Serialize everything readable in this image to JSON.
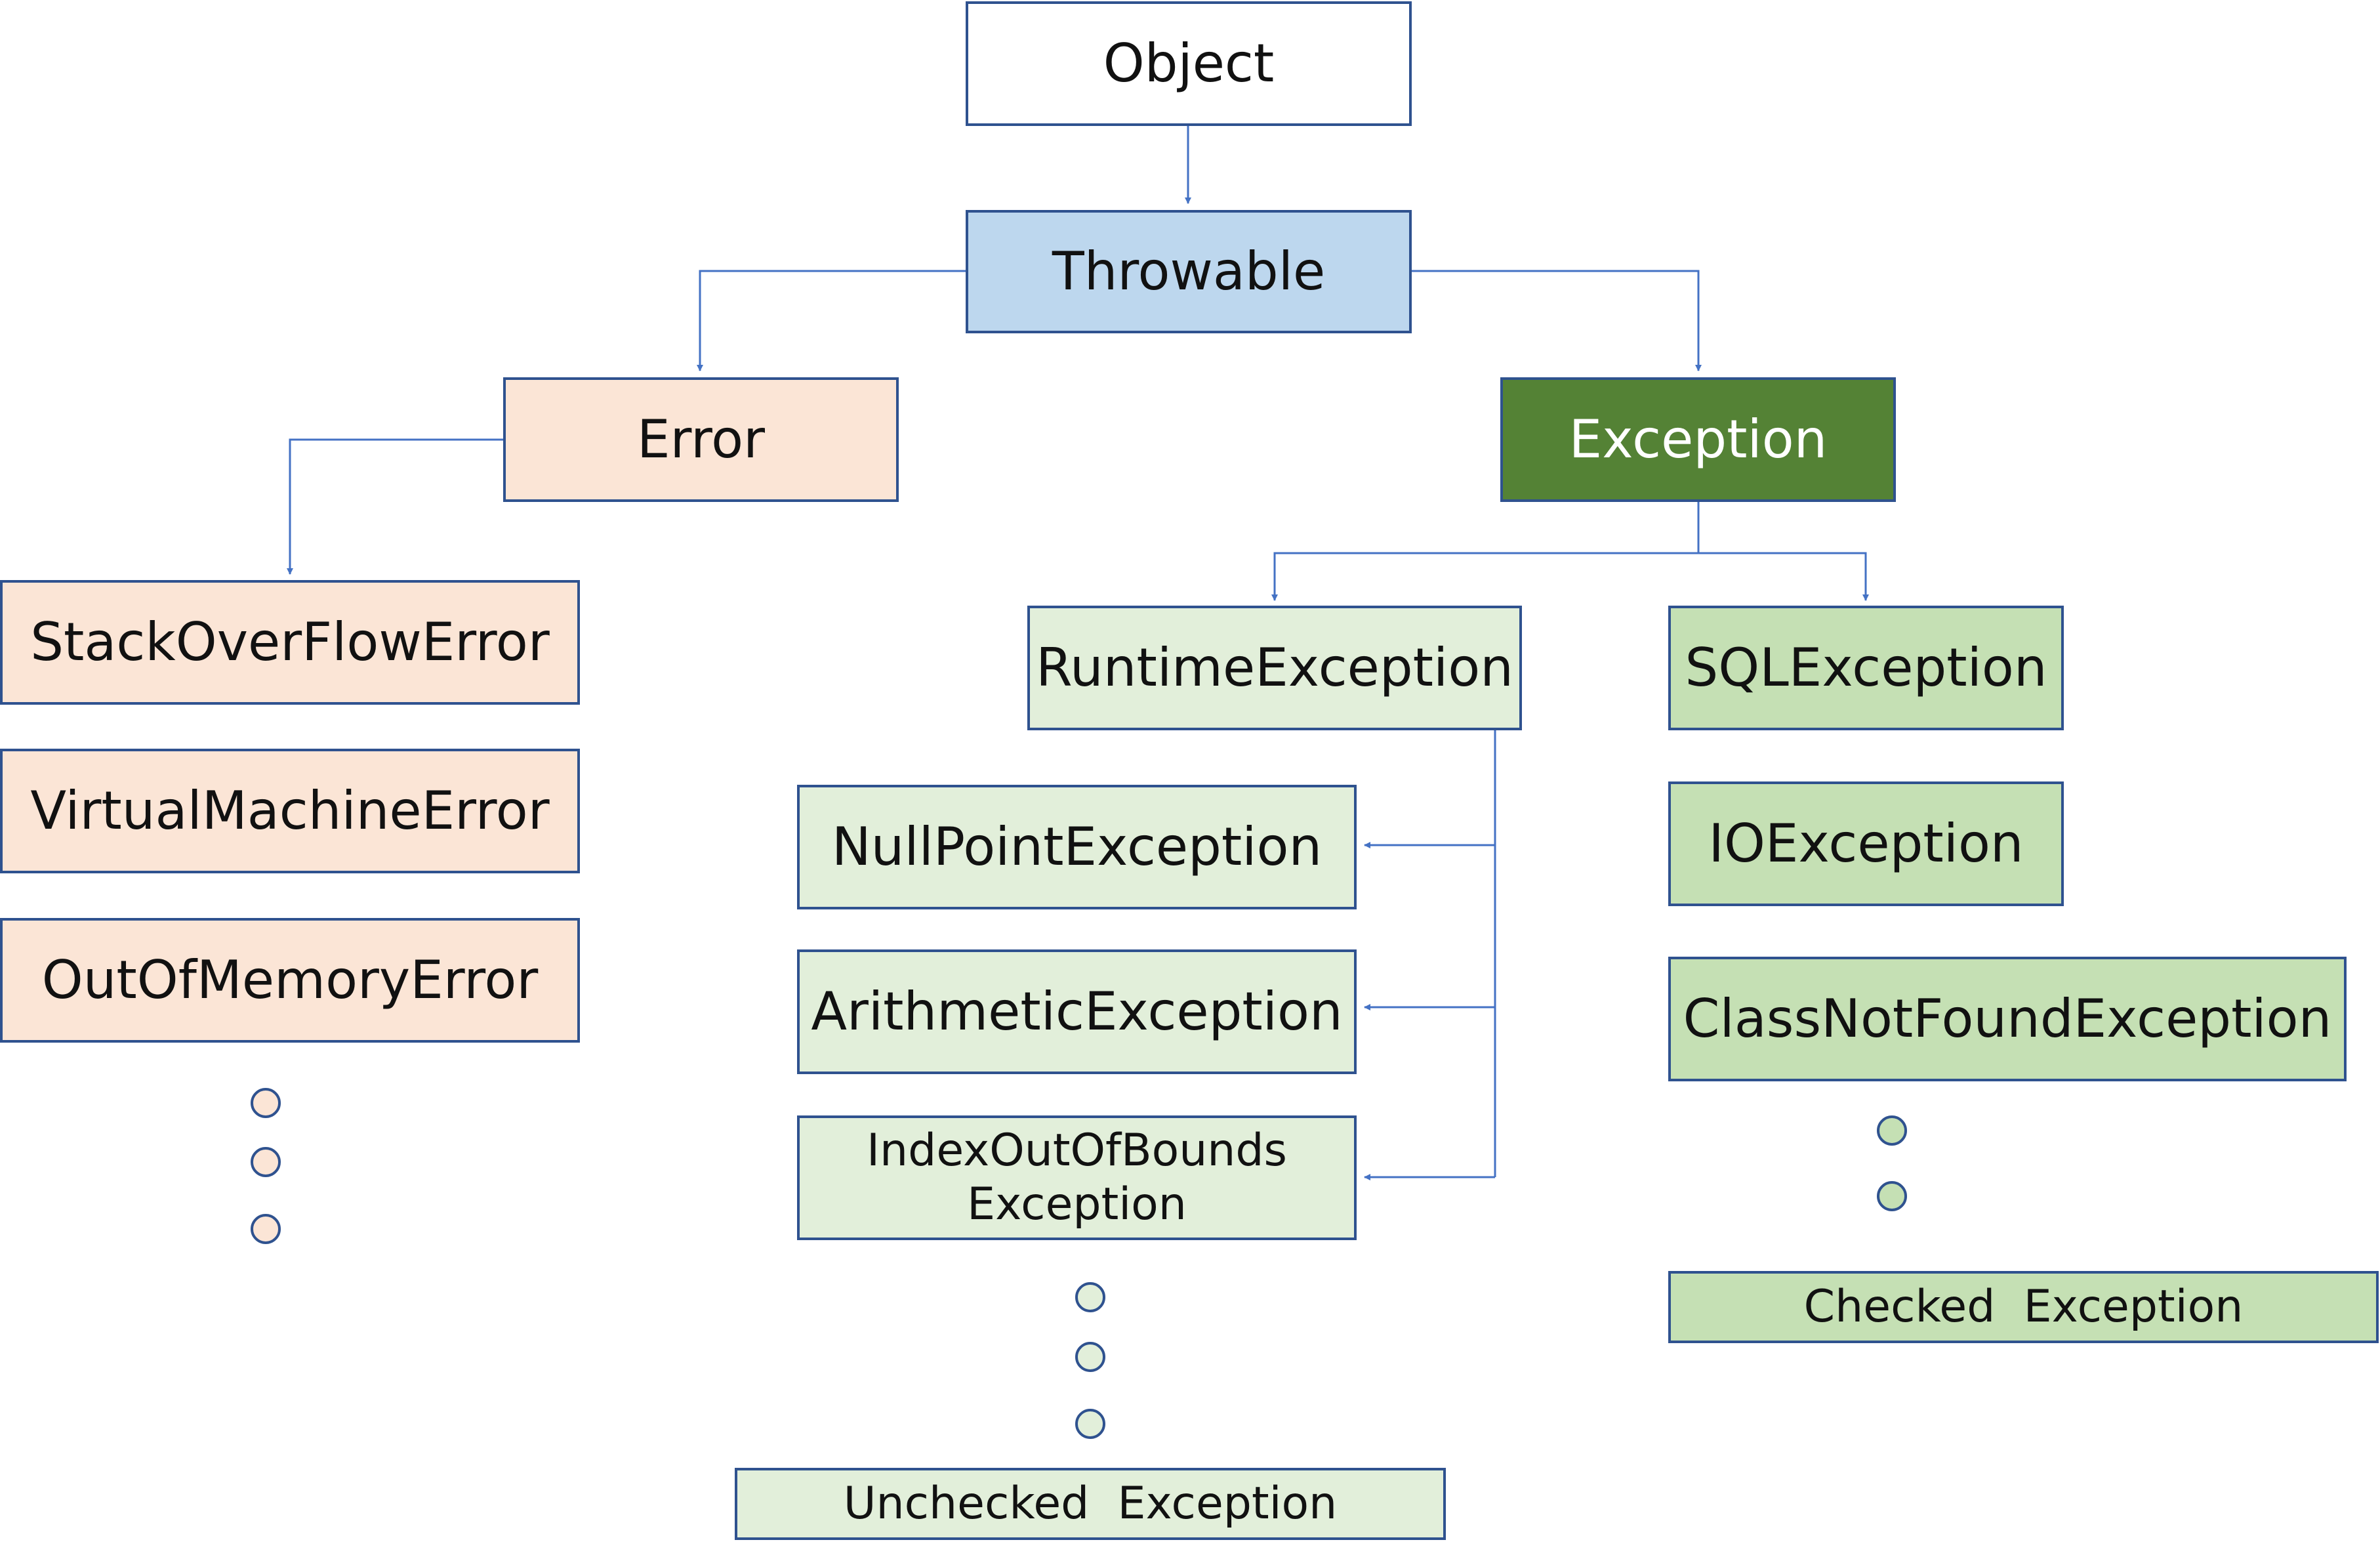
{
  "colors": {
    "line": "#4472c4",
    "border": "#2f528f",
    "object_fill": "#ffffff",
    "throwable_fill": "#bdd7ee",
    "error_fill": "#fbe5d6",
    "exception_fill": "#548235",
    "unchecked_fill": "#e2efda",
    "checked_fill": "#c5e0b4"
  },
  "nodes": {
    "object": "Object",
    "throwable": "Throwable",
    "error": "Error",
    "exception": "Exception",
    "stack_overflow": "StackOverFlowError",
    "virtual_machine": "VirtualMachineError",
    "out_of_memory": "OutOfMemoryError",
    "runtime": "RuntimeException",
    "null_point": "NullPointException",
    "arithmetic": "ArithmeticException",
    "index_line1": "IndexOutOfBounds",
    "index_line2": "Exception",
    "sql": "SQLException",
    "io": "IOException",
    "class_not_found": "ClassNotFoundException"
  },
  "labels": {
    "unchecked": "Unchecked  Exception",
    "checked": "Checked  Exception"
  }
}
